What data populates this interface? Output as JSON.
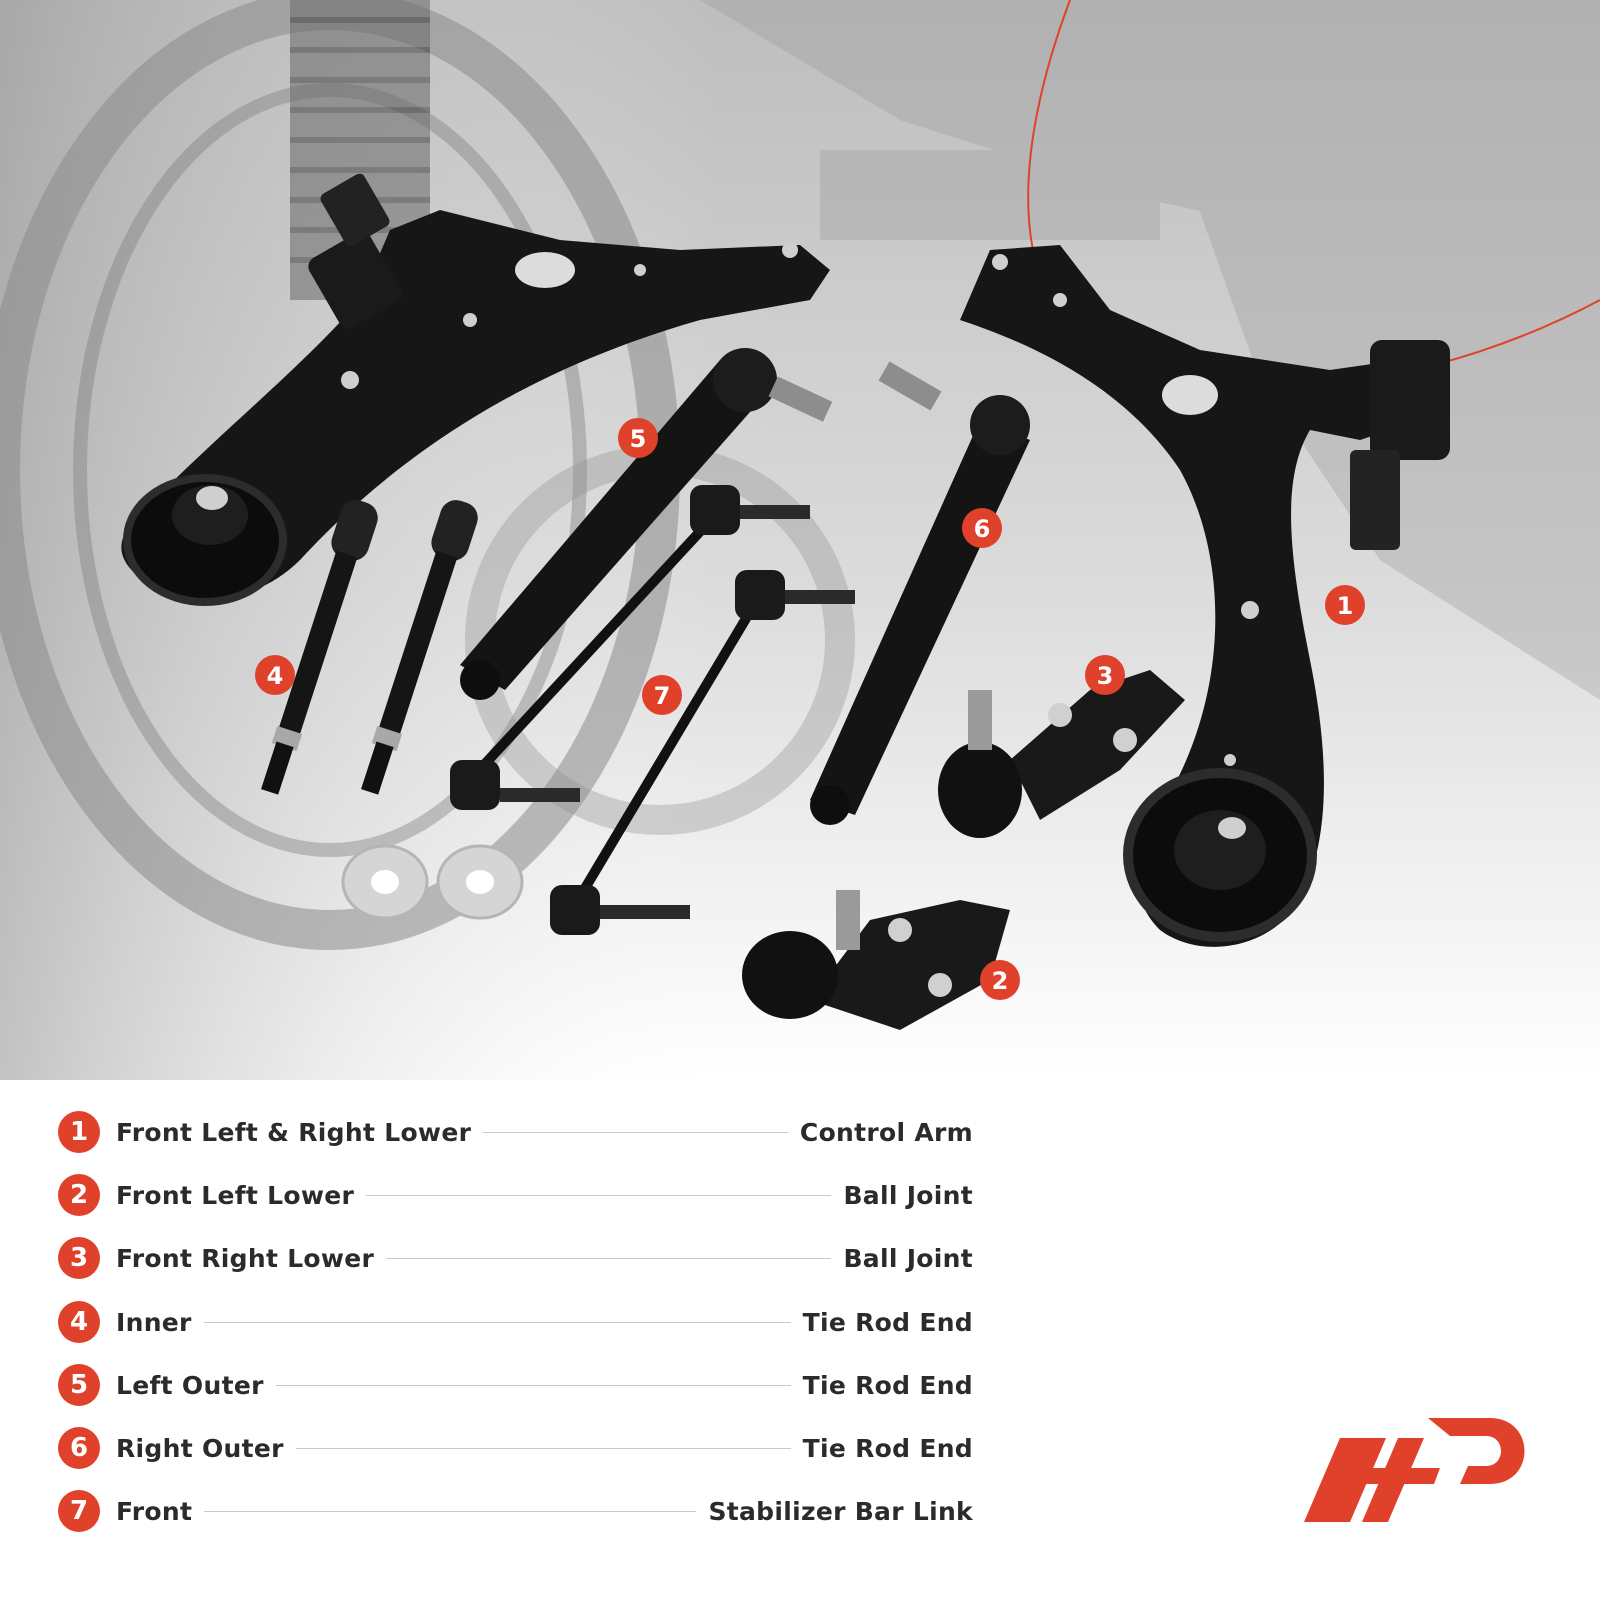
{
  "colors": {
    "accent": "#e0412b",
    "part": "#161616",
    "background_gray": "#cfcfcf",
    "text": "#2b2b2b"
  },
  "callouts": [
    "1",
    "2",
    "3",
    "4",
    "5",
    "6",
    "7"
  ],
  "legend": [
    {
      "num": "1",
      "left": "Front Left & Right Lower",
      "right": "Control Arm"
    },
    {
      "num": "2",
      "left": "Front Left Lower",
      "right": "Ball Joint"
    },
    {
      "num": "3",
      "left": "Front Right Lower",
      "right": "Ball Joint"
    },
    {
      "num": "4",
      "left": "Inner",
      "right": "Tie Rod End"
    },
    {
      "num": "5",
      "left": "Left Outer",
      "right": "Tie Rod End"
    },
    {
      "num": "6",
      "left": "Right Outer",
      "right": "Tie Rod End"
    },
    {
      "num": "7",
      "left": "Front",
      "right": "Stabilizer Bar Link"
    }
  ],
  "logo": "a-premium-logo"
}
